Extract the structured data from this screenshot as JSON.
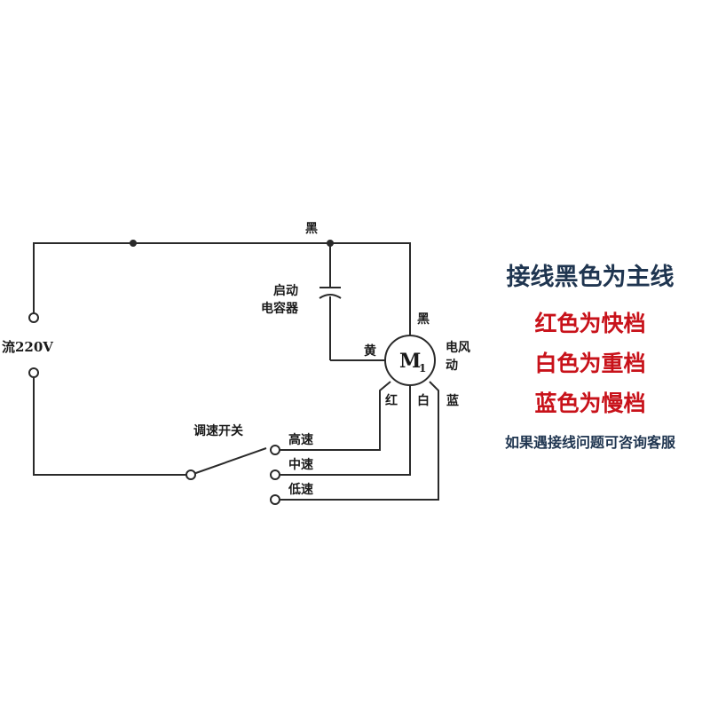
{
  "circuit": {
    "supply_label": "流220V",
    "capacitor_label_line1": "启动",
    "capacitor_label_line2": "电容器",
    "motor_label_main": "M",
    "motor_label_sub": "1",
    "motor_desc_line1": "电风",
    "motor_desc_line2": "动",
    "wire_black_top": "黑",
    "wire_black_motor": "黑",
    "wire_yellow": "黄",
    "wire_red": "红",
    "wire_white": "白",
    "wire_blue": "蓝",
    "switch_label": "调速开关",
    "speed_high": "高速",
    "speed_mid": "中速",
    "speed_low": "低速"
  },
  "notes": {
    "main": "接线黑色为主线",
    "red": "红色为快档",
    "white": "白色为重档",
    "blue": "蓝色为慢档",
    "help": "如果遇接线问题可咨询客服"
  },
  "colors": {
    "wire": "#2a2a2a",
    "note_dark": "#1f3550",
    "note_red": "#c8121a"
  }
}
